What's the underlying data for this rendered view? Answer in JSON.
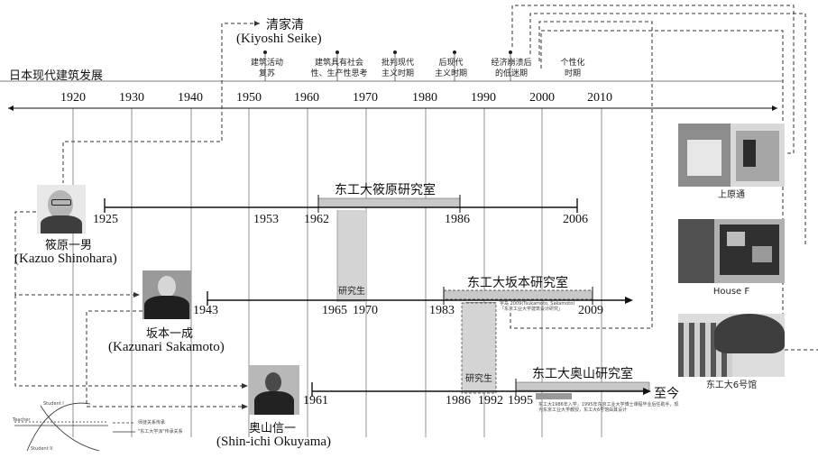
{
  "title": "日本现代建筑发展",
  "mentor": {
    "cn": "清家清",
    "en": "(Kiyoshi Seike)"
  },
  "decades": [
    "1920",
    "1930",
    "1940",
    "1950",
    "1960",
    "1970",
    "1980",
    "1990",
    "2000",
    "2010"
  ],
  "periods": [
    "建筑活动\n复苏",
    "建筑具有社会\n性、生产性思考",
    "批判现代\n主义时期",
    "后现代\n主义时期",
    "经济崩溃后\n的低迷期",
    "个性化\n时期"
  ],
  "shinohara": {
    "cn": "筱原一男",
    "en": "(Kazuo Shinohara)",
    "lab": "东工大筱原研究室",
    "years": [
      "1925",
      "1953",
      "1962",
      "1986",
      "2006"
    ]
  },
  "sakamoto": {
    "cn": "坂本一成",
    "en": "(Kazunari Sakamoto)",
    "lab": "东工大坂本研究室",
    "years": [
      "1943",
      "1965",
      "1970",
      "1983",
      "2009"
    ],
    "grad": "研究生",
    "note": "宇岛 2009(Tsukamoto, Sakamoto)\n「东京工业大学建筑设计研究」"
  },
  "okuyama": {
    "cn": "奥山信一",
    "en": "(Shin-ichi Okuyama)",
    "lab": "东工大奥山研究室",
    "years": [
      "1961",
      "1986",
      "1992",
      "1995"
    ],
    "now": "至今",
    "grad": "研究生",
    "note": "东工大1986年入学，1995年东京工业大学博士课程毕业后任助手，现为东京工业大学教授，东工大6号馆由其设计"
  },
  "works": [
    "上原通",
    "House F",
    "东工大6号馆"
  ],
  "legend": {
    "student1": "Student I",
    "student2": "Student II",
    "teacher": "Teacher",
    "line1": "师徒关系传承",
    "line2": "\"东工大学派\"传承关系"
  }
}
